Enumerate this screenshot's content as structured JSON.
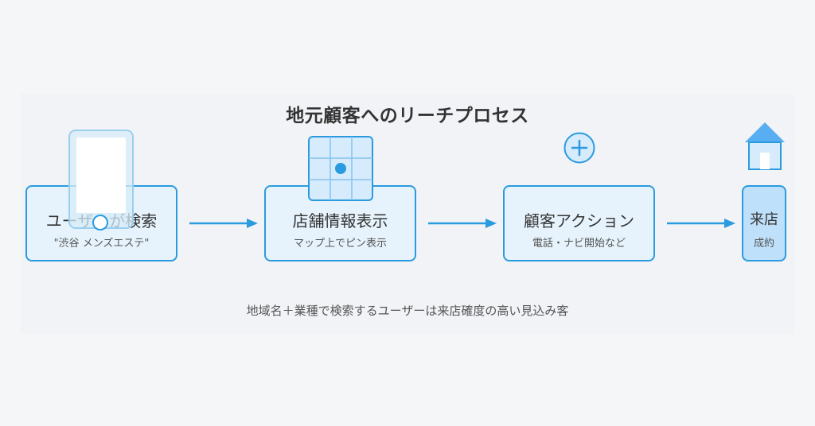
{
  "title": "地元顧客へのリーチプロセス",
  "steps": [
    {
      "label": "ユーザーが検索",
      "sub": "\"渋谷 メンズエステ\""
    },
    {
      "label": "店舗情報表示",
      "sub": "マップ上でピン表示"
    },
    {
      "label": "顧客アクション",
      "sub": "電話・ナビ開始など"
    },
    {
      "label": "来店",
      "sub": "成約"
    }
  ],
  "caption": "地域名＋業種で検索するユーザーは来店確度の高い見込み客",
  "icons": {
    "phone": "smartphone-icon",
    "map": "map-pin-icon",
    "action": "plus-circle-icon",
    "store": "house-icon"
  },
  "colors": {
    "accent": "#2b9be0",
    "node_fill": "#e6f3fc",
    "visit_fill": "#bfe0fa",
    "text": "#333333"
  }
}
